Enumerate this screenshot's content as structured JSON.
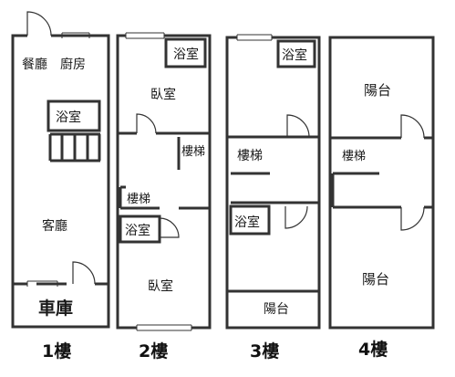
{
  "floor1": {
    "label": "1樓",
    "rooms": {
      "dining": "餐廳",
      "kitchen": "廚房",
      "bathroom": "浴室",
      "living": "客廳",
      "garage": "車庫"
    }
  },
  "floor2": {
    "label": "2樓",
    "rooms": {
      "bathroom_top": "浴室",
      "bedroom_top": "臥室",
      "stairs_right": "樓梯",
      "stairs_left": "樓梯",
      "bathroom_mid": "浴室",
      "bedroom_bottom": "臥室"
    }
  },
  "floor3": {
    "label": "3樓",
    "rooms": {
      "bathroom_top": "浴室",
      "stairs": "樓梯",
      "bathroom_mid": "浴室",
      "balcony": "陽台"
    }
  },
  "floor4": {
    "label": "4樓",
    "rooms": {
      "balcony_top": "陽台",
      "stairs": "樓梯",
      "balcony_bottom": "陽台"
    }
  }
}
